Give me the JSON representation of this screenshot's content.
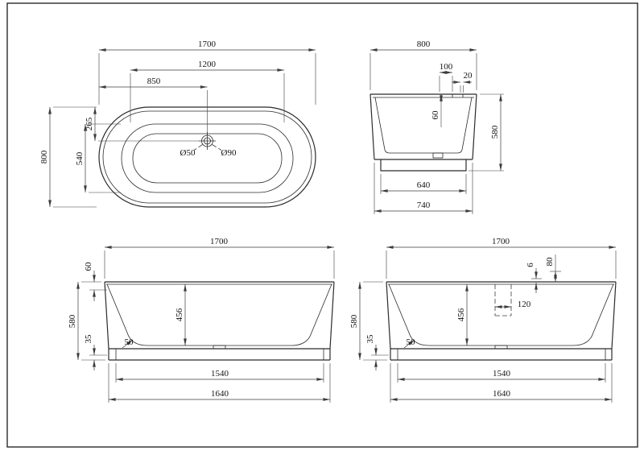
{
  "colors": {
    "background": "#ffffff",
    "lines": "#2b2b2b"
  },
  "views": {
    "plan": {
      "dims": {
        "w1700": "1700",
        "w1200": "1200",
        "w850": "850",
        "h800": "800",
        "h540": "540",
        "h265": "265",
        "drain_small": "Ø50",
        "drain_large": "Ø90"
      }
    },
    "end": {
      "dims": {
        "w800": "800",
        "t100": "100",
        "t20": "20",
        "v60": "60",
        "h580": "580",
        "b640": "640",
        "b740": "740"
      }
    },
    "front_left": {
      "dims": {
        "w1700": "1700",
        "rim60": "60",
        "depth456": "456",
        "h580": "580",
        "foot35": "35",
        "r50": "50",
        "b1540": "1540",
        "b1640": "1640"
      }
    },
    "front_right": {
      "dims": {
        "w1700": "1700",
        "v80": "80",
        "v6": "6",
        "h120": "120",
        "depth456": "456",
        "h580": "580",
        "foot35": "35",
        "r50": "50",
        "b1540": "1540",
        "b1640": "1640"
      }
    }
  }
}
